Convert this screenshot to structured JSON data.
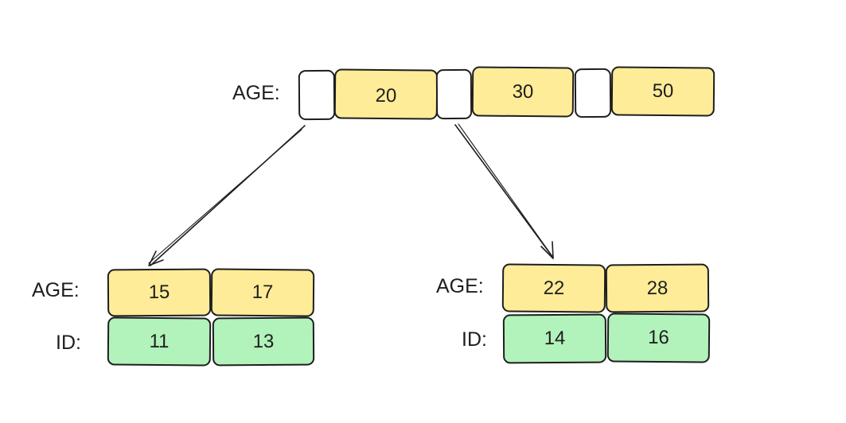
{
  "colors": {
    "age_fill": "#ffec99",
    "id_fill": "#b2f2bb",
    "stroke": "#1e1e1e"
  },
  "root": {
    "age_label": "AGE:",
    "keys": [
      "20",
      "30",
      "50"
    ]
  },
  "left_child": {
    "age_label": "AGE:",
    "id_label": "ID:",
    "ages": [
      "15",
      "17"
    ],
    "ids": [
      "11",
      "13"
    ]
  },
  "right_child": {
    "age_label": "AGE:",
    "id_label": "ID:",
    "ages": [
      "22",
      "28"
    ],
    "ids": [
      "14",
      "16"
    ]
  }
}
